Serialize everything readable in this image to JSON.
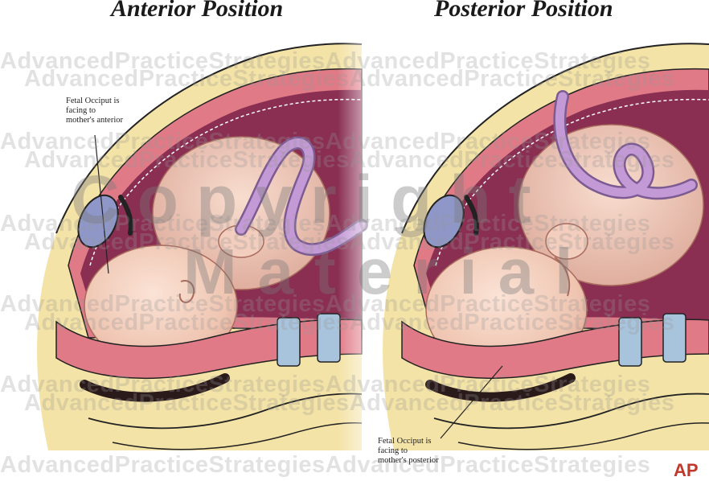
{
  "titles": {
    "left": "Anterior Position",
    "right": "Posterior Position"
  },
  "annotations": {
    "left": [
      "Fetal Occiput is",
      "facing to",
      "mother's anterior"
    ],
    "right": [
      "Fetal Occiput is",
      "facing to",
      "mother's posterior"
    ]
  },
  "watermark": {
    "repeat_text": "AdvancedPracticeStrategiesAdvancedPracticeStrategies",
    "line1": "Copyright",
    "line2": "Material"
  },
  "logo_text": "AP",
  "colors": {
    "skin": "#f2c9b4",
    "fat": "#f4e3a6",
    "uterine_wall": "#e07a86",
    "amniotic": "#8a2e52",
    "cord": "#b58ac8",
    "bladder": "#8f97c9",
    "spine": "#a8c4dd",
    "bowel": "#2b1a1a"
  }
}
